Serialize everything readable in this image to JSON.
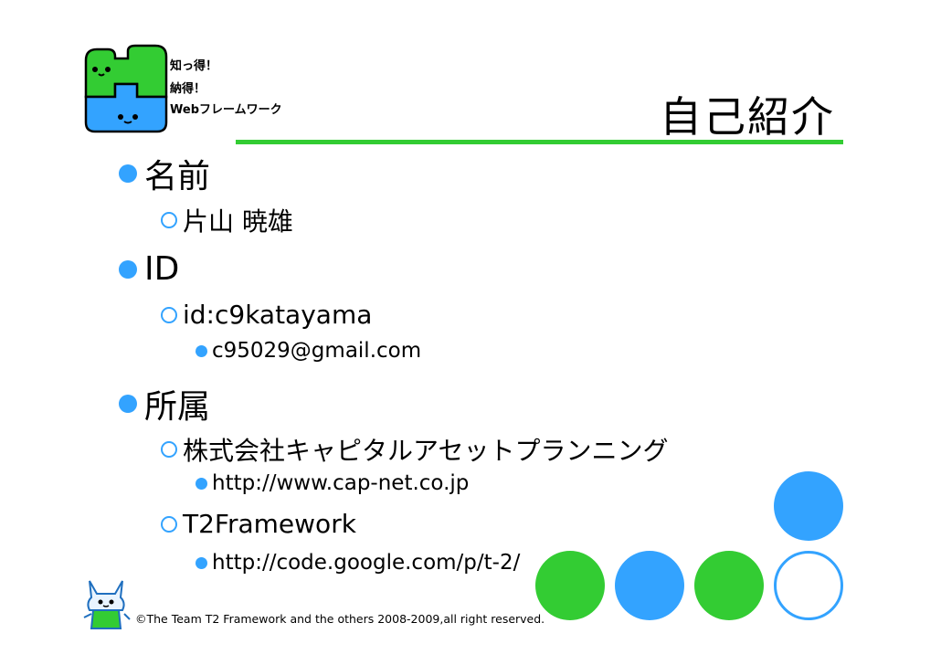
{
  "logo": {
    "lines": [
      "知っ得！",
      "納得！",
      "Webフレームワーク"
    ]
  },
  "title": "自己紹介",
  "items": [
    {
      "label": "名前",
      "children": [
        {
          "label": "片山 暁雄",
          "children": []
        }
      ]
    },
    {
      "label": "ID",
      "children": [
        {
          "label": "id:c9katayama",
          "children": [
            {
              "label": "c95029@gmail.com"
            }
          ]
        }
      ]
    },
    {
      "label": "所属",
      "children": [
        {
          "label": "株式会社キャピタルアセットプランニング",
          "children": [
            {
              "label": "http://www.cap-net.co.jp"
            }
          ]
        },
        {
          "label": "T2Framework",
          "children": [
            {
              "label": "http://code.google.com/p/t-2/"
            }
          ]
        }
      ]
    }
  ],
  "footer": {
    "copyright": "©The Team T2 Framework and the others 2008-2009,all right reserved."
  },
  "colors": {
    "green": "#33cc33",
    "blue": "#33a3ff"
  }
}
